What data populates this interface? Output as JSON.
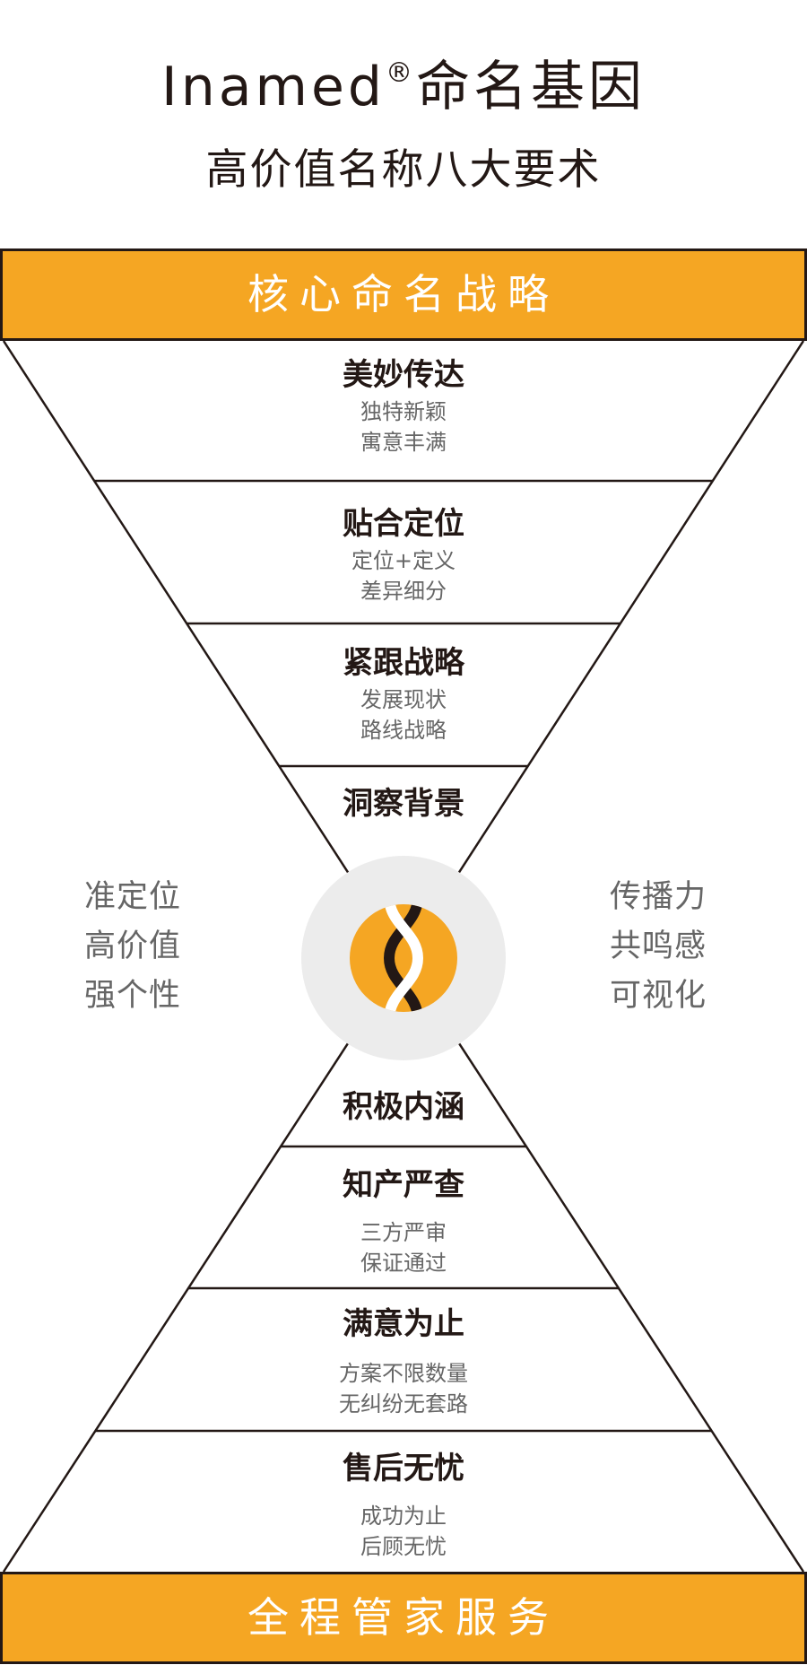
{
  "header": {
    "brand": "Inamed",
    "reg_mark": "®",
    "title_suffix": "命名基因",
    "subtitle": "高价值名称八大要术"
  },
  "top_bar": {
    "label": "核心命名战略"
  },
  "bottom_bar": {
    "label": "全程管家服务"
  },
  "top_levels": [
    {
      "title": "美妙传达",
      "lines": [
        "独特新颖",
        "寓意丰满"
      ]
    },
    {
      "title": "贴合定位",
      "lines": [
        "定位+定义",
        "差异细分"
      ]
    },
    {
      "title": "紧跟战略",
      "lines": [
        "发展现状",
        "路线战略"
      ]
    },
    {
      "title": "洞察背景"
    }
  ],
  "bottom_levels": [
    {
      "title": "积极内涵"
    },
    {
      "title": "知产严查",
      "lines": [
        "三方严审",
        "保证通过"
      ]
    },
    {
      "title": "满意为止",
      "lines": [
        "方案不限数量",
        "无纠纷无套路"
      ]
    },
    {
      "title": "售后无忧",
      "lines": [
        "成功为止",
        "后顾无忧"
      ]
    }
  ],
  "left_side": [
    "准定位",
    "高价值",
    "强个性"
  ],
  "right_side": [
    "传播力",
    "共鸣感",
    "可视化"
  ],
  "center_icon": "dna-helix-icon",
  "colors": {
    "accent": "#f5a623",
    "dark": "#231815",
    "gray_text": "#666666",
    "circle_bg": "#ececec"
  }
}
